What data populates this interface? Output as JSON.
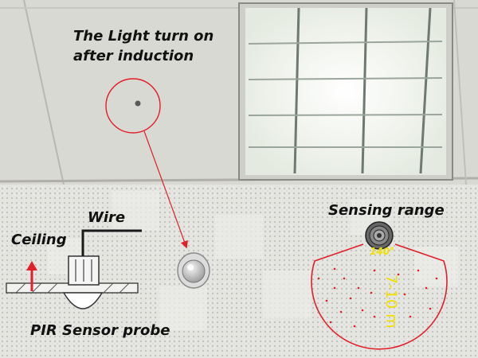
{
  "annotation_top": {
    "line1": "The Light turn on",
    "line2": "after induction"
  },
  "labels": {
    "wire": "Wire",
    "ceiling": "Ceiling",
    "pir_probe": "PIR Sensor probe",
    "sensing_range": "Sensing range",
    "angle": "140°",
    "distance": "7-10 m"
  },
  "colors": {
    "ceiling_top": "#dcdcd6",
    "ceiling_bottom": "#e6e6e2",
    "light_glow": "#ffffff",
    "annotation_red": "#e0202a",
    "distance_yellow": "#f0e000",
    "wire_black": "#1a1a1a"
  },
  "icons": {
    "pir_sensor": "dome-sensor-icon",
    "arrow": "red-arrow-icon",
    "light_fixture": "fluorescent-light-icon"
  }
}
